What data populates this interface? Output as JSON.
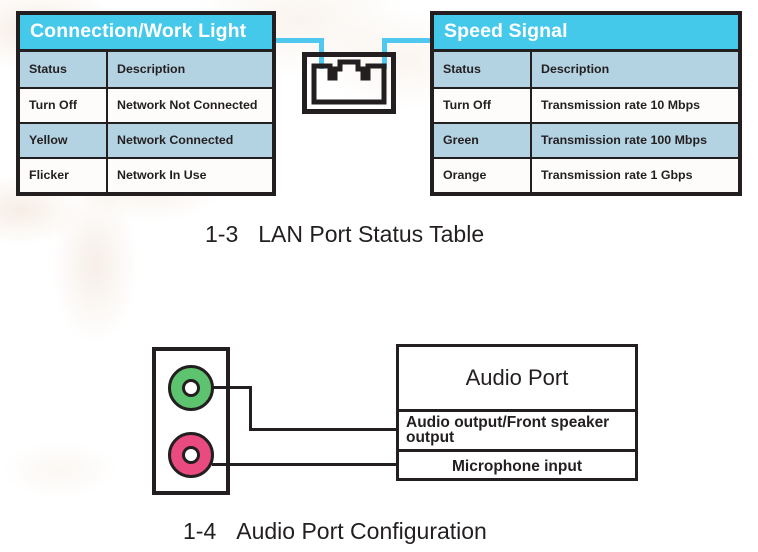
{
  "lan_section": {
    "connection_table": {
      "title": "Connection/Work Light",
      "columns": [
        "Status",
        "Description"
      ],
      "rows": [
        {
          "status": "Turn Off",
          "description": "Network Not Connected"
        },
        {
          "status": "Yellow",
          "description": "Network Connected"
        },
        {
          "status": "Flicker",
          "description": "Network In Use"
        }
      ]
    },
    "speed_table": {
      "title": "Speed Signal",
      "columns": [
        "Status",
        "Description"
      ],
      "rows": [
        {
          "status": "Turn Off",
          "description": "Transmission rate 10 Mbps"
        },
        {
          "status": "Green",
          "description": "Transmission rate 100 Mbps"
        },
        {
          "status": "Orange",
          "description": "Transmission rate 1 Gbps"
        }
      ]
    },
    "port_icon": "rj45-lan-port-icon",
    "caption": {
      "number": "1-3",
      "text": "LAN Port Status Table"
    }
  },
  "audio_section": {
    "panel": {
      "jacks": [
        {
          "name": "green-audio-jack",
          "color": "#5ec36f"
        },
        {
          "name": "pink-audio-jack",
          "color": "#e94b80"
        }
      ]
    },
    "info_box": {
      "title": "Audio Port",
      "rows": [
        "Audio output/Front speaker output",
        "Microphone input"
      ]
    },
    "caption": {
      "number": "1-4",
      "text": "Audio Port Configuration"
    }
  },
  "colors": {
    "header_cyan": "#45c9ea",
    "row_shade_blue": "#b3d2e2",
    "outline_black": "#231f20",
    "connector_cyan": "#4ec8ef",
    "green_jack": "#5ec36f",
    "pink_jack": "#e94b80"
  }
}
